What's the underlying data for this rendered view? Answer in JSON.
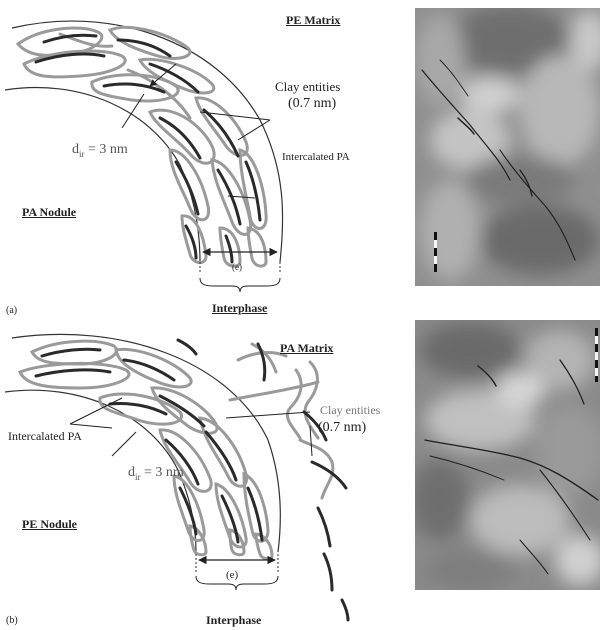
{
  "panel_a": {
    "letter": "(a)",
    "matrix_label": "PE Matrix",
    "nodule_label": "PA Nodule",
    "clay_label_line1": "Clay entities",
    "clay_label_line2": "(0.7 nm)",
    "intercalated_label": "Intercalated PA",
    "dir_label_main": "d",
    "dir_label_sub": "ir",
    "dir_label_value": " = 3 nm",
    "thickness_symbol": "(e)",
    "interphase_label": "Interphase"
  },
  "panel_b": {
    "letter": "(b)",
    "matrix_label": "PA Matrix",
    "nodule_label": "PE Nodule",
    "clay_label_line1": "Clay entities",
    "clay_label_line2": "(0.7 nm)",
    "intercalated_label": "Intercalated PA",
    "dir_label_main": "d",
    "dir_label_sub": "ir",
    "dir_label_value": " = 3 nm",
    "thickness_symbol": "(e)",
    "interphase_label": "Interphase"
  },
  "colors": {
    "dark_platelet": "#2a2a2a",
    "grey_outline": "#9a9a9a",
    "micrograph_base": "#8f8f8f"
  }
}
